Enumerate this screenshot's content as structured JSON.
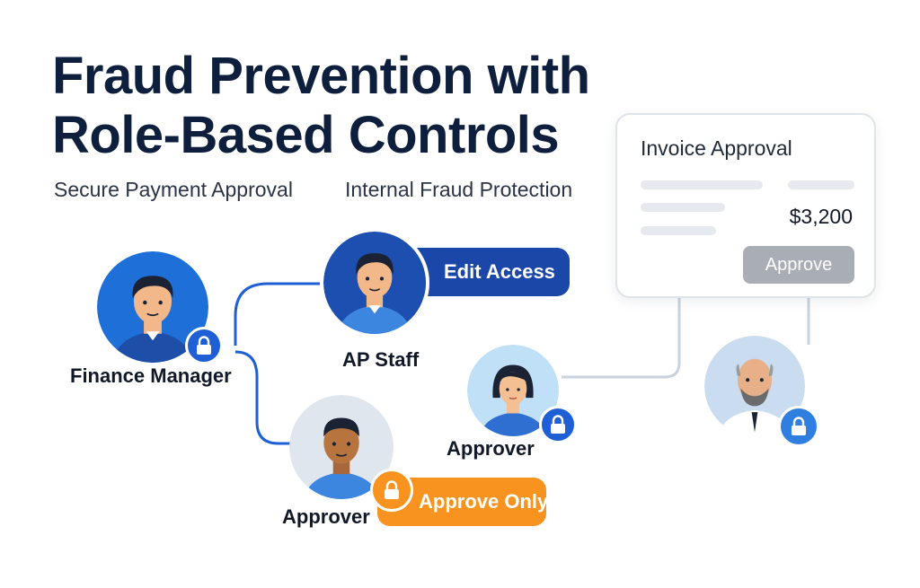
{
  "header": {
    "title_line1": "Fraud Prevention with",
    "title_line2": "Role-Based Controls",
    "subtitle_left": "Secure Payment Approval",
    "subtitle_right": "Internal Fraud Protection"
  },
  "roles": {
    "finance_manager": {
      "label": "Finance Manager"
    },
    "ap_staff": {
      "label": "AP Staff",
      "pill": "Edit Access"
    },
    "approver_center": {
      "label": "Approver"
    },
    "approver_bottom": {
      "label": "Approver",
      "pill": "Approve Only"
    }
  },
  "invoice_card": {
    "title": "Invoice Approval",
    "amount": "$3,200",
    "button": "Approve"
  },
  "colors": {
    "primary_blue": "#1e5fd6",
    "dark_blue": "#1a47a8",
    "orange": "#f7931e",
    "navy_text": "#0d1f3c",
    "connector_gray": "#c9d3df"
  }
}
